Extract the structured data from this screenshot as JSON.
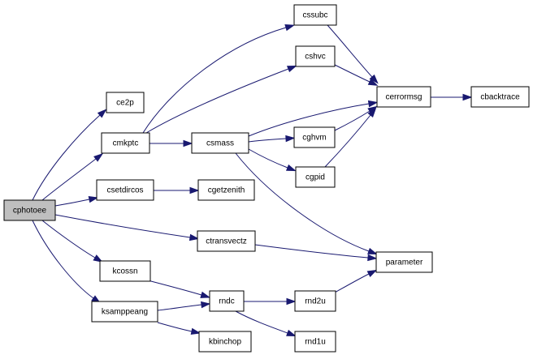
{
  "graph": {
    "root": "cphotoee",
    "colors": {
      "edge": "#191970",
      "node_border": "#000000",
      "root_fill": "#bfbfbf",
      "node_fill": "#ffffff"
    },
    "nodes": [
      {
        "id": "cphotoee",
        "label": "cphotoee"
      },
      {
        "id": "ce2p",
        "label": "ce2p"
      },
      {
        "id": "cmkptc",
        "label": "cmkptc"
      },
      {
        "id": "csetdircos",
        "label": "csetdircos"
      },
      {
        "id": "kcossn",
        "label": "kcossn"
      },
      {
        "id": "ksamppeang",
        "label": "ksamppeang"
      },
      {
        "id": "cssubc",
        "label": "cssubc"
      },
      {
        "id": "cshvc",
        "label": "cshvc"
      },
      {
        "id": "csmass",
        "label": "csmass"
      },
      {
        "id": "cgetzenith",
        "label": "cgetzenith"
      },
      {
        "id": "ctransvectz",
        "label": "ctransvectz"
      },
      {
        "id": "rndc",
        "label": "rndc"
      },
      {
        "id": "kbinchop",
        "label": "kbinchop"
      },
      {
        "id": "cghvm",
        "label": "cghvm"
      },
      {
        "id": "cgpid",
        "label": "cgpid"
      },
      {
        "id": "rnd2u",
        "label": "rnd2u"
      },
      {
        "id": "rnd1u",
        "label": "rnd1u"
      },
      {
        "id": "cerrormsg",
        "label": "cerrormsg"
      },
      {
        "id": "parameter",
        "label": "parameter"
      },
      {
        "id": "cbacktrace",
        "label": "cbacktrace"
      }
    ],
    "edges": [
      {
        "from": "cphotoee",
        "to": "ce2p"
      },
      {
        "from": "cphotoee",
        "to": "cmkptc"
      },
      {
        "from": "cphotoee",
        "to": "csetdircos"
      },
      {
        "from": "cphotoee",
        "to": "ctransvectz"
      },
      {
        "from": "cphotoee",
        "to": "kcossn"
      },
      {
        "from": "cphotoee",
        "to": "ksamppeang"
      },
      {
        "from": "cmkptc",
        "to": "cssubc"
      },
      {
        "from": "cmkptc",
        "to": "cshvc"
      },
      {
        "from": "cmkptc",
        "to": "csmass"
      },
      {
        "from": "csmass",
        "to": "cerrormsg"
      },
      {
        "from": "csmass",
        "to": "cghvm"
      },
      {
        "from": "csmass",
        "to": "cgpid"
      },
      {
        "from": "csmass",
        "to": "parameter"
      },
      {
        "from": "cssubc",
        "to": "cerrormsg"
      },
      {
        "from": "cshvc",
        "to": "cerrormsg"
      },
      {
        "from": "cghvm",
        "to": "cerrormsg"
      },
      {
        "from": "cgpid",
        "to": "cerrormsg"
      },
      {
        "from": "cerrormsg",
        "to": "cbacktrace"
      },
      {
        "from": "csetdircos",
        "to": "cgetzenith"
      },
      {
        "from": "ctransvectz",
        "to": "parameter"
      },
      {
        "from": "kcossn",
        "to": "rndc"
      },
      {
        "from": "ksamppeang",
        "to": "rndc"
      },
      {
        "from": "ksamppeang",
        "to": "kbinchop"
      },
      {
        "from": "rndc",
        "to": "rnd2u"
      },
      {
        "from": "rndc",
        "to": "rnd1u"
      },
      {
        "from": "rnd2u",
        "to": "parameter"
      }
    ]
  }
}
